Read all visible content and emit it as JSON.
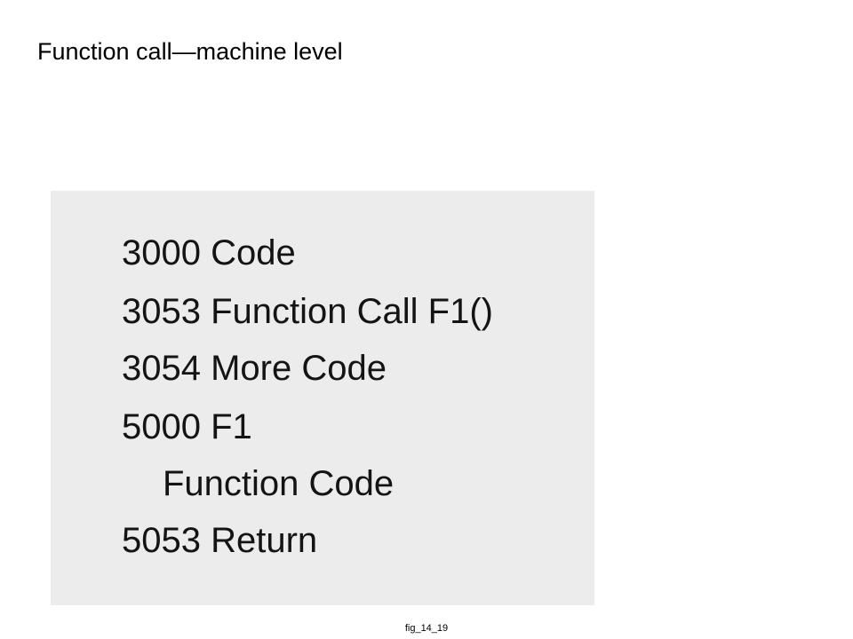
{
  "slide": {
    "title": "Function call—machine level",
    "caption": "fig_14_19"
  },
  "code_panel": {
    "background": "#ececec",
    "lines": [
      "3000 Code",
      "3053 Function Call F1()",
      "3054 More Code",
      "5000 F1",
      "Function Code",
      "5053 Return"
    ]
  }
}
